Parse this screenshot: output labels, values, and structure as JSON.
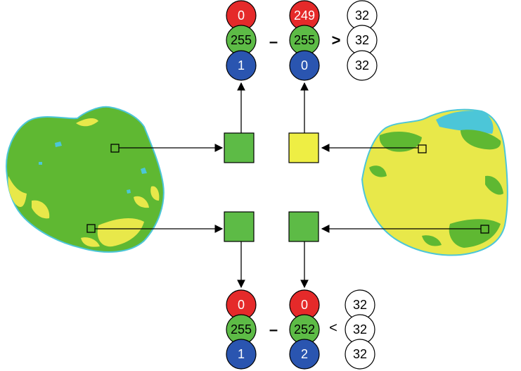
{
  "colors": {
    "red": "#e52a2a",
    "green": "#5dbb46",
    "blue": "#2a55b0",
    "yellow": "#eeee44",
    "white": "#ffffff",
    "outline": "#000000",
    "tooth_green": "#5fb832",
    "tooth_yellow": "#e8e84a",
    "tooth_cyan": "#4cc6d8"
  },
  "top": {
    "left_rgb": [
      "0",
      "255",
      "1"
    ],
    "right_rgb": [
      "249",
      "255",
      "0"
    ],
    "minus": "–",
    "compare": ">",
    "threshold": [
      "32",
      "32",
      "32"
    ],
    "left_square_color": "green",
    "right_square_color": "yellow"
  },
  "bottom": {
    "left_rgb": [
      "0",
      "255",
      "1"
    ],
    "right_rgb": [
      "0",
      "252",
      "2"
    ],
    "minus": "–",
    "compare": "<",
    "threshold": [
      "32",
      "32",
      "32"
    ],
    "left_square_color": "green",
    "right_square_color": "green"
  }
}
